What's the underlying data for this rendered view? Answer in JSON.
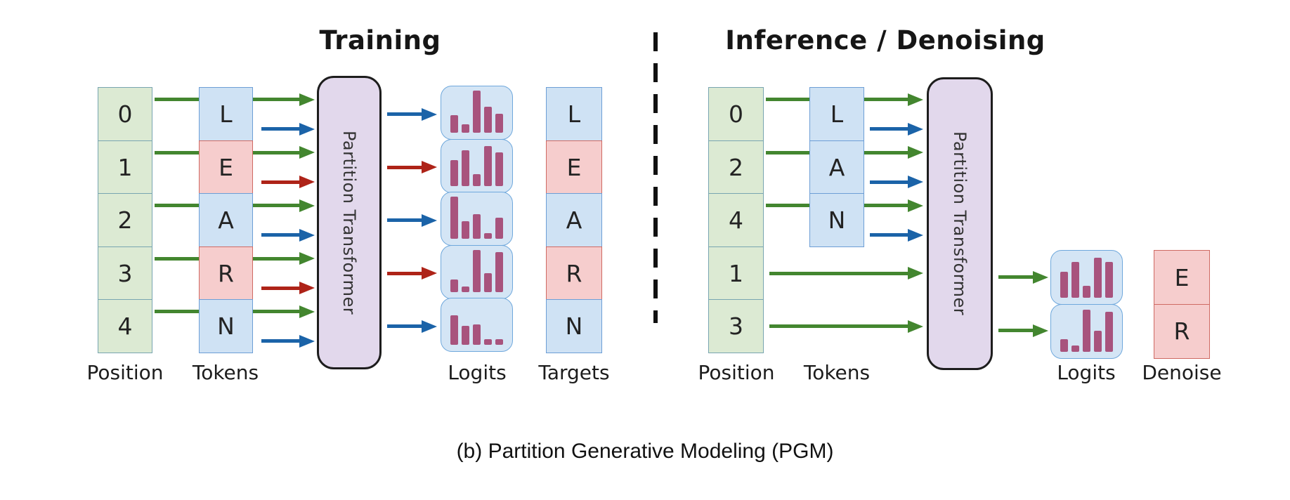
{
  "caption": "(b) Partition Generative Modeling (PGM)",
  "colors": {
    "position-fill": "#dcead3",
    "position-border": "#78a5b0",
    "token-blue-fill": "#cfe2f4",
    "token-blue-border": "#6d9ed6",
    "token-pink-fill": "#f6cdcd",
    "token-pink-border": "#cf6a63",
    "transformer-fill": "#e2d8ec",
    "transformer-border": "#1d1d1d",
    "logits-fill": "#d4e5f5",
    "logits-border": "#6fa8dc",
    "bar-color": "#a8537d",
    "arrow-green": "#43862f",
    "arrow-blue": "#1b63a8",
    "arrow-red": "#ae2318",
    "divider": "#111111"
  },
  "training": {
    "title": "Training",
    "transformer": "Partition Transformer",
    "labels": {
      "position": "Position",
      "tokens": "Tokens",
      "logits": "Logits",
      "output": "Targets"
    },
    "positions": [
      "0",
      "1",
      "2",
      "3",
      "4"
    ],
    "tokens": [
      {
        "ch": "L",
        "kind": "blue"
      },
      {
        "ch": "E",
        "kind": "pink"
      },
      {
        "ch": "A",
        "kind": "blue"
      },
      {
        "ch": "R",
        "kind": "pink"
      },
      {
        "ch": "N",
        "kind": "blue"
      }
    ],
    "targets": [
      {
        "ch": "L",
        "kind": "blue"
      },
      {
        "ch": "E",
        "kind": "pink"
      },
      {
        "ch": "A",
        "kind": "blue"
      },
      {
        "ch": "R",
        "kind": "pink"
      },
      {
        "ch": "N",
        "kind": "blue"
      }
    ],
    "logits_bars": [
      [
        0.42,
        0.2,
        1.0,
        0.62,
        0.45
      ],
      [
        0.62,
        0.85,
        0.28,
        0.95,
        0.8
      ],
      [
        1.0,
        0.42,
        0.58,
        0.14,
        0.5
      ],
      [
        0.3,
        0.14,
        1.0,
        0.45,
        0.95
      ],
      [
        0.7,
        0.45,
        0.48,
        0.13,
        0.13
      ]
    ]
  },
  "inference": {
    "title": "Inference / Denoising",
    "transformer": "Partition Transformer",
    "labels": {
      "position": "Position",
      "tokens": "Tokens",
      "logits": "Logits",
      "output": "Denoise"
    },
    "positions": [
      "0",
      "2",
      "4",
      "1",
      "3"
    ],
    "tokens": [
      {
        "ch": "L",
        "kind": "blue"
      },
      {
        "ch": "A",
        "kind": "blue"
      },
      {
        "ch": "N",
        "kind": "blue"
      }
    ],
    "denoise": [
      {
        "ch": "E",
        "kind": "pink"
      },
      {
        "ch": "R",
        "kind": "pink"
      }
    ],
    "logits_bars": [
      [
        0.62,
        0.85,
        0.28,
        0.95,
        0.85
      ],
      [
        0.3,
        0.15,
        1.0,
        0.5,
        0.95
      ]
    ]
  }
}
